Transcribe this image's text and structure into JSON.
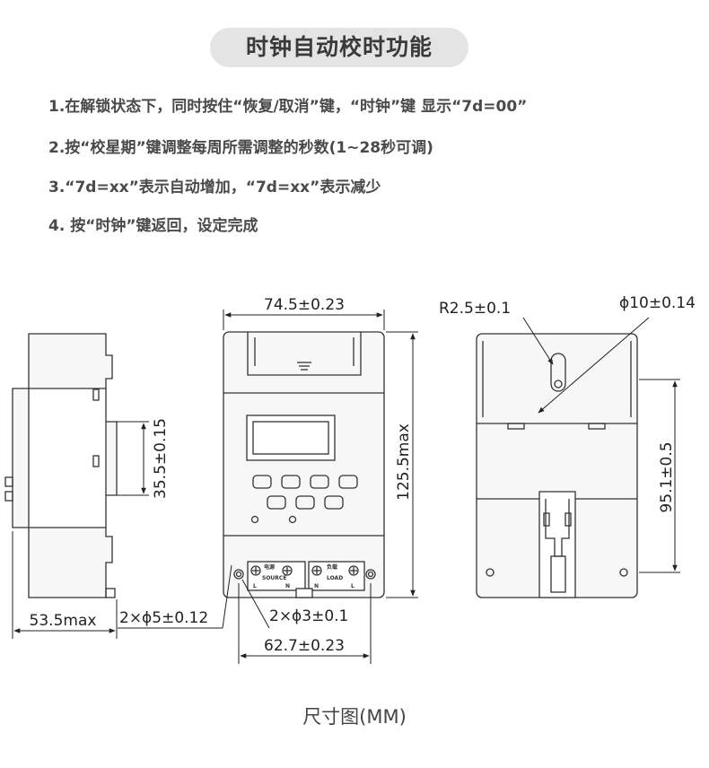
{
  "title": "时钟自动校时功能",
  "steps": [
    "1.在解锁状态下，同时按住“恢复/取消”键，“时钟”键 显示“7d=00”",
    "2.按“校星期”键调整每周所需调整的秒数(1~28秒可调)",
    "3.“7d=xx”表示自动增加，“7d=xx”表示减少",
    "4. 按“时钟”键返回，设定完成"
  ],
  "dimensions": {
    "width_top": "74.5±0.23",
    "height_side": "35.5±0.15",
    "height_front": "125.5max",
    "depth": "53.5max",
    "hole_d5": "2×ϕ5±0.12",
    "hole_d3": "2×ϕ3±0.1",
    "width_bottom": "62.7±0.23",
    "radius": "R2.5±0.1",
    "hole_d10": "ϕ10±0.14",
    "height_back": "95.1±0.5"
  },
  "terminals": {
    "source_cn": "电源",
    "source_en": "SOURCE",
    "load_cn": "负载",
    "load_en": "LOAD",
    "l": "L",
    "n": "N"
  },
  "caption": "尺寸图(MM)"
}
